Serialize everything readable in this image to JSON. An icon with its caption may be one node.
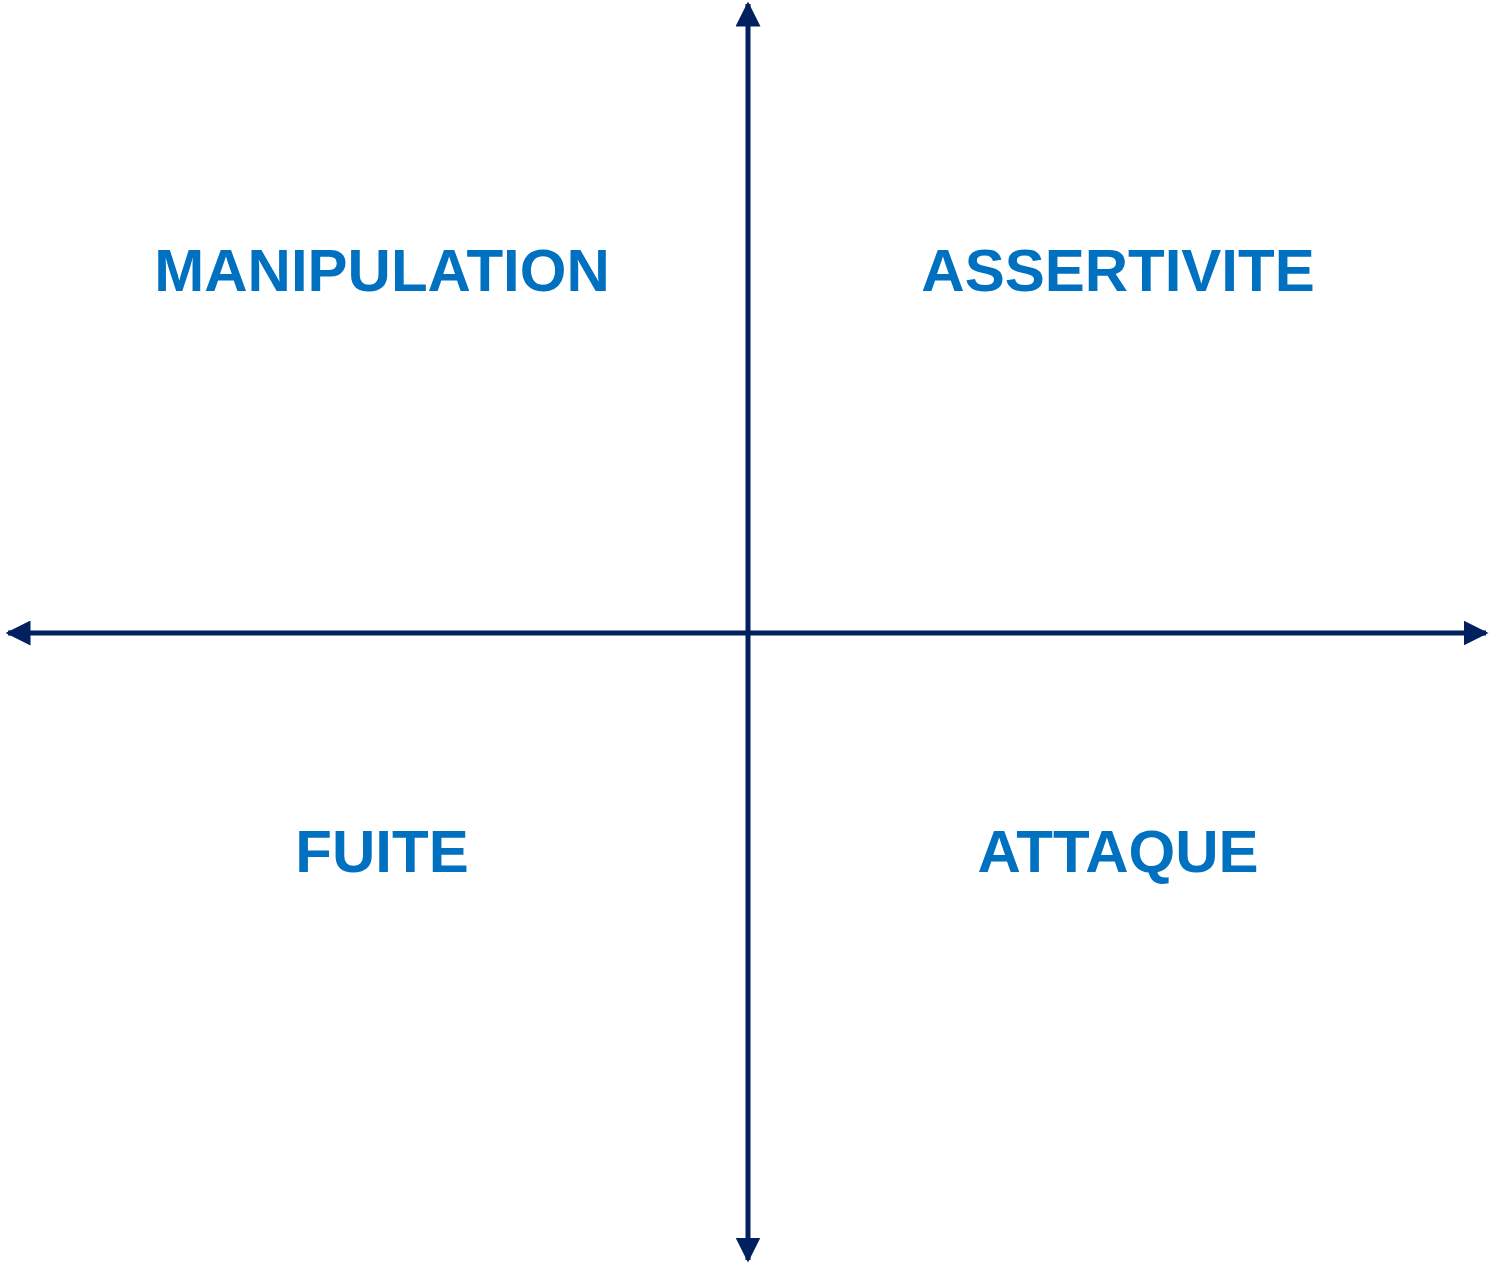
{
  "diagram": {
    "labels": [
      "MANIPULATION",
      "ASSERTIVITE",
      "FUITE",
      "ATTAQUE"
    ]
  }
}
